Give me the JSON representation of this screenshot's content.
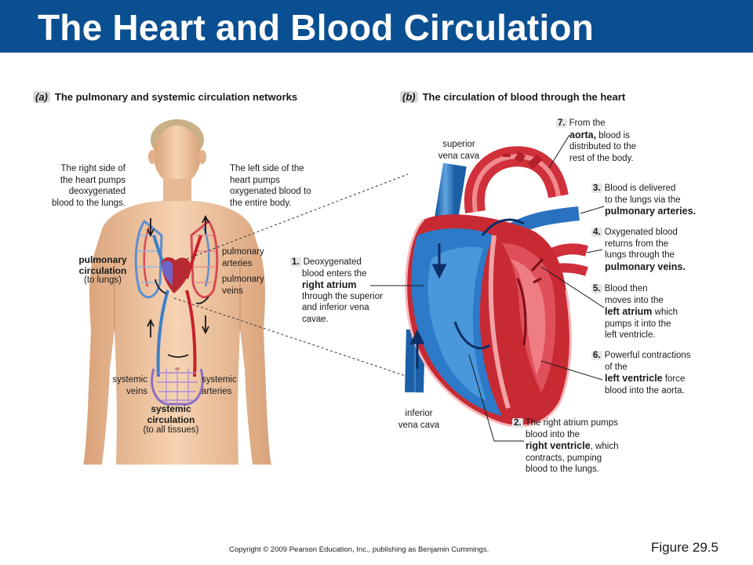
{
  "title": "The Heart and Blood Circulation",
  "panel_a": {
    "letter": "(a)",
    "heading": "The pulmonary and systemic circulation networks",
    "right_side": [
      "The right side of",
      "the heart pumps",
      "deoxygenated",
      "blood to the lungs."
    ],
    "left_side": [
      "The left side of the",
      "heart pumps",
      "oxygenated blood to",
      "the entire body."
    ],
    "pulmonary_circulation": [
      "pulmonary",
      "circulation"
    ],
    "to_lungs": "(to lungs)",
    "pulmonary_arteries": [
      "pulmonary",
      "arteries"
    ],
    "pulmonary_veins": [
      "pulmonary",
      "veins"
    ],
    "systemic_veins": [
      "systemic",
      "veins"
    ],
    "systemic_arteries": [
      "systemic",
      "arteries"
    ],
    "systemic_circulation": [
      "systemic",
      "circulation"
    ],
    "to_all_tissues": "(to all tissues)"
  },
  "panel_b": {
    "letter": "(b)",
    "heading": "The circulation of blood through the heart",
    "superior_vena_cava": [
      "superior",
      "vena cava"
    ],
    "inferior_vena_cava": [
      "inferior",
      "vena cava"
    ],
    "steps": {
      "s1": {
        "num": "1.",
        "a": "Deoxygenated",
        "b": "blood enters the",
        "em": "right atrium",
        "c": "through the superior",
        "d": "and inferior vena",
        "e": "cavae."
      },
      "s2": {
        "num": "2.",
        "a": "The right atrium pumps",
        "b": "blood into the",
        "em": "right ventricle",
        "c": ", which",
        "d": "contracts, pumping",
        "e": "blood to the lungs."
      },
      "s5": {
        "num": "5.",
        "a": "Blood then",
        "b": "moves into the",
        "em": "left atrium",
        "c": " which",
        "d": "pumps it into the",
        "e": "left ventricle."
      },
      "s6": {
        "num": "6.",
        "a": "Powerful contractions",
        "b": "of the",
        "em": "left ventricle",
        "c": " force",
        "d": "blood into the aorta."
      },
      "s7": {
        "num": "7.",
        "a": "From the",
        "em": "aorta,",
        "b": " blood is",
        "c": "distributed to the",
        "d": "rest of the body."
      },
      "s3": {
        "num": "3.",
        "a": "Blood is delivered",
        "b": "to the lungs via the",
        "em": "pulmonary arteries."
      },
      "s4": {
        "num": "4.",
        "a": "Oxygenated blood",
        "b": "returns from the",
        "c": "lungs through the",
        "em": "pulmonary veins."
      }
    }
  },
  "copyright": "Copyright © 2009 Pearson Education, Inc., publishing as Benjamin Cummings.",
  "figure": "Figure 29.5",
  "colors": {
    "title_bar": "#0a4f91",
    "oxygenated": "#c8202a",
    "deoxygenated": "#1f6fb8",
    "skin": "#f0c8a0"
  }
}
